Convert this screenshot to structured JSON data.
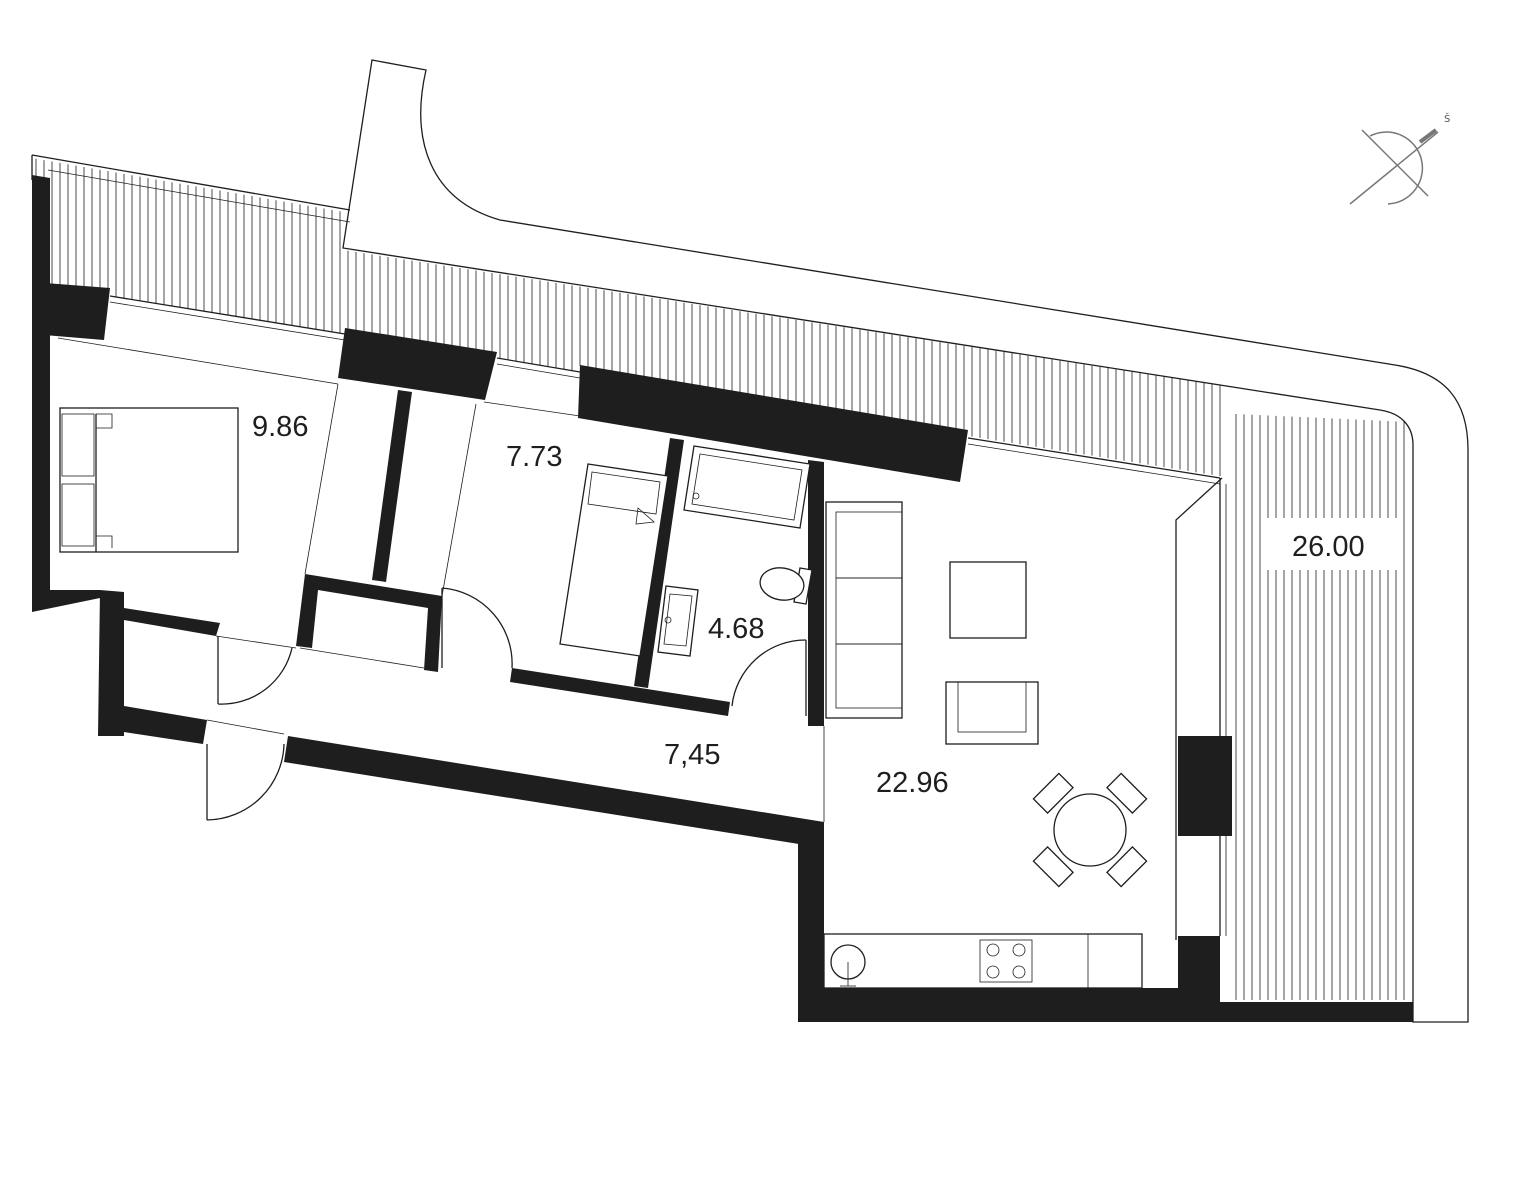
{
  "rooms": {
    "bedroom_large": {
      "area": "9.86"
    },
    "bedroom_small": {
      "area": "7.73"
    },
    "bathroom": {
      "area": "4.68"
    },
    "hallway": {
      "area": "7,45"
    },
    "living_kitchen": {
      "area": "22.96"
    },
    "terrace": {
      "area": "26.00"
    }
  },
  "compass": {
    "label": "Š"
  },
  "colors": {
    "wall": "#1e1e1e",
    "background": "#ffffff",
    "compass": "#777777"
  }
}
